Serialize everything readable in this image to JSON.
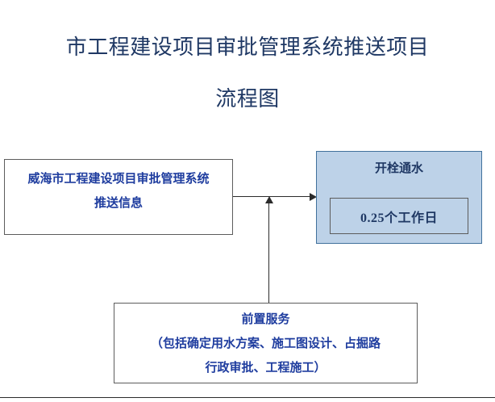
{
  "document": {
    "title_line_1": "市工程建设项目审批管理系统推送项目",
    "title_line_2": "流程图",
    "title_color": "#1f3864"
  },
  "flow": {
    "source_node": {
      "name": "推送信息",
      "line_1": "威海市工程建设项目审批管理系统",
      "line_2": "推送信息",
      "text_color": "#1f3d9f",
      "border_color": "#5c5c5c",
      "fill_color": "#ffffff"
    },
    "stage_node": {
      "name": "开栓通水",
      "title": "开栓通水",
      "duration": "0.25个工作日",
      "text_color": "#1f3864",
      "border_color": "#41719c",
      "fill_color": "#bdd2e8"
    },
    "preservice_node": {
      "name": "前置服务",
      "line_1": "前置服务",
      "line_2": "（包括确定用水方案、施工图设计、占掘路",
      "line_3": "行政审批、工程施工）",
      "text_color": "#1f3d9f",
      "border_color": "#5c5c5c",
      "fill_color": "#ffffff"
    },
    "connectors": [
      {
        "name": "source-to-stage",
        "from": "推送信息",
        "to": "开栓通水",
        "style": "arrow-right",
        "color": "#2b2b2b"
      },
      {
        "name": "preservice-to-flow",
        "from": "前置服务",
        "to": "source-to-stage",
        "style": "arrow-up",
        "color": "#2b2b2b"
      }
    ]
  }
}
